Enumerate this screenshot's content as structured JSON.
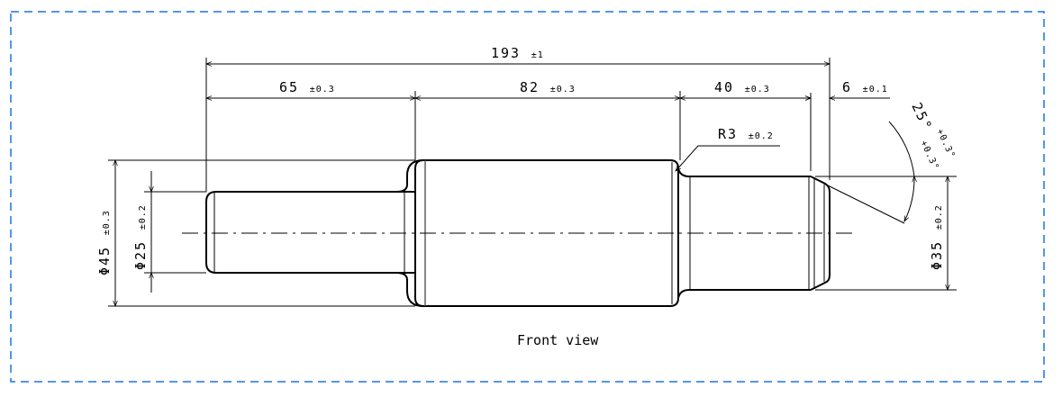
{
  "drawing": {
    "view_label": "Front view",
    "border_color": "#1a73e8",
    "line_color": "#000000"
  },
  "dimensions": {
    "overall_length": {
      "value": "193",
      "tolerance": "±1"
    },
    "section_1_length": {
      "value": "65",
      "tolerance": "±0.3"
    },
    "section_2_length": {
      "value": "82",
      "tolerance": "±0.3"
    },
    "section_3_length": {
      "value": "40",
      "tolerance": "±0.3"
    },
    "chamfer_length": {
      "value": "6",
      "tolerance": "±0.1"
    },
    "fillet_radius": {
      "value": "R3",
      "tolerance": "±0.2"
    },
    "chamfer_angle": {
      "value": "25°",
      "tolerance_upper": "+0.3°",
      "tolerance_lower": "+0.3°"
    },
    "diameter_large": {
      "value": "Φ45",
      "tolerance": "±0.3"
    },
    "diameter_small": {
      "value": "Φ25",
      "tolerance": "±0.2"
    },
    "diameter_right": {
      "value": "Φ35",
      "tolerance": "±0.2"
    }
  }
}
